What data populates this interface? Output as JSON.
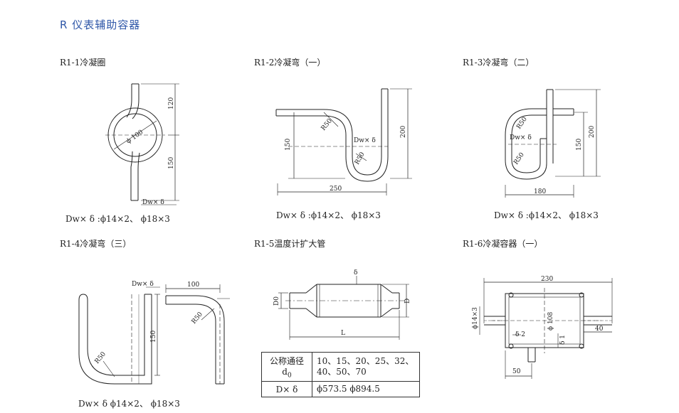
{
  "page": {
    "title": "R  仪表辅助容器"
  },
  "items": [
    {
      "title": "R1-1冷凝圈",
      "spec": "Dw× δ :ϕ14×2、 ϕ18×3",
      "labels": {
        "dim_top": "120",
        "dim_bottom": "150",
        "dia": "ϕ 100",
        "dw": "Dw× δ"
      }
    },
    {
      "title": "R1-2冷凝弯（一）",
      "spec": "Dw× δ :ϕ14×2、 ϕ18×3",
      "labels": {
        "dim_left": "150",
        "dim_right": "200",
        "width": "250",
        "r_upper": "R50",
        "r_lower": "R50",
        "dw": "Dw× δ"
      }
    },
    {
      "title": "R1-3冷凝弯（二）",
      "spec": "Dw× δ :ϕ14×2、 ϕ18×3",
      "labels": {
        "r_upper": "R50",
        "dw": "Dw× δ",
        "r_lower": "R50",
        "dim_150": "150",
        "dim_200": "200",
        "width": "180"
      }
    },
    {
      "title": "R1-4冷凝弯（三）",
      "spec": "Dw× δ  ϕ14×2、 ϕ18×3",
      "labels": {
        "dw": "Dw× δ",
        "r_left": "R50",
        "dim_150": "150",
        "dim_100": "100",
        "r_right": "R50"
      }
    },
    {
      "title": "R1-5温度计扩大管",
      "labels": {
        "delta": "δ",
        "d0": "D0",
        "d": "D",
        "l": "L"
      },
      "table": {
        "row1_head": "公称通径",
        "row1_head_sub_d": "d",
        "row1_head_sub_0": "0",
        "row1_value_line1": "10、15、20、25、32、",
        "row1_value_line2": "40、50、70",
        "row2_head": "D× δ",
        "row2_value": "ϕ573.5   ϕ894.5"
      }
    },
    {
      "title": "R1-6冷凝容器（一）",
      "labels": {
        "width": "230",
        "pipe": "ϕ14×3",
        "dia": "ϕ 108",
        "delta2": "δ 2",
        "delta1": "δ 1",
        "dim_40": "40",
        "dim_50": "50"
      }
    }
  ]
}
